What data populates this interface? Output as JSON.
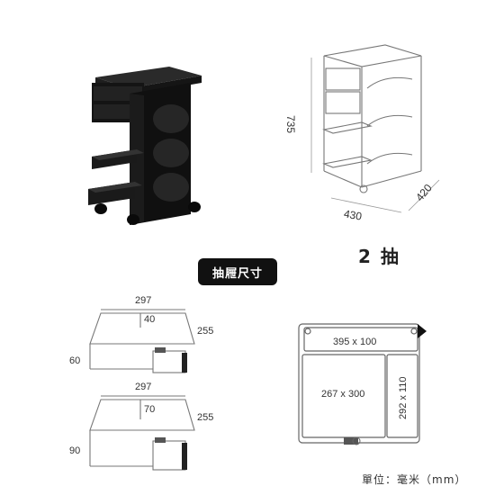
{
  "product_dimensions": {
    "height": "735",
    "width": "430",
    "depth": "420"
  },
  "drawer_count_label": "2 抽",
  "drawer_size_label": "抽屜尺寸",
  "shallow_drawer": {
    "width": "297",
    "inner_depth": "40",
    "depth": "255",
    "height": "60"
  },
  "deep_drawer": {
    "width": "297",
    "inner_depth": "70",
    "depth": "255",
    "height": "90"
  },
  "top_view": {
    "top_tray": "395 x 100",
    "main_area": "267 x 300",
    "side_area": "292 x 110"
  },
  "unit_label": "單位：毫米（mm）"
}
